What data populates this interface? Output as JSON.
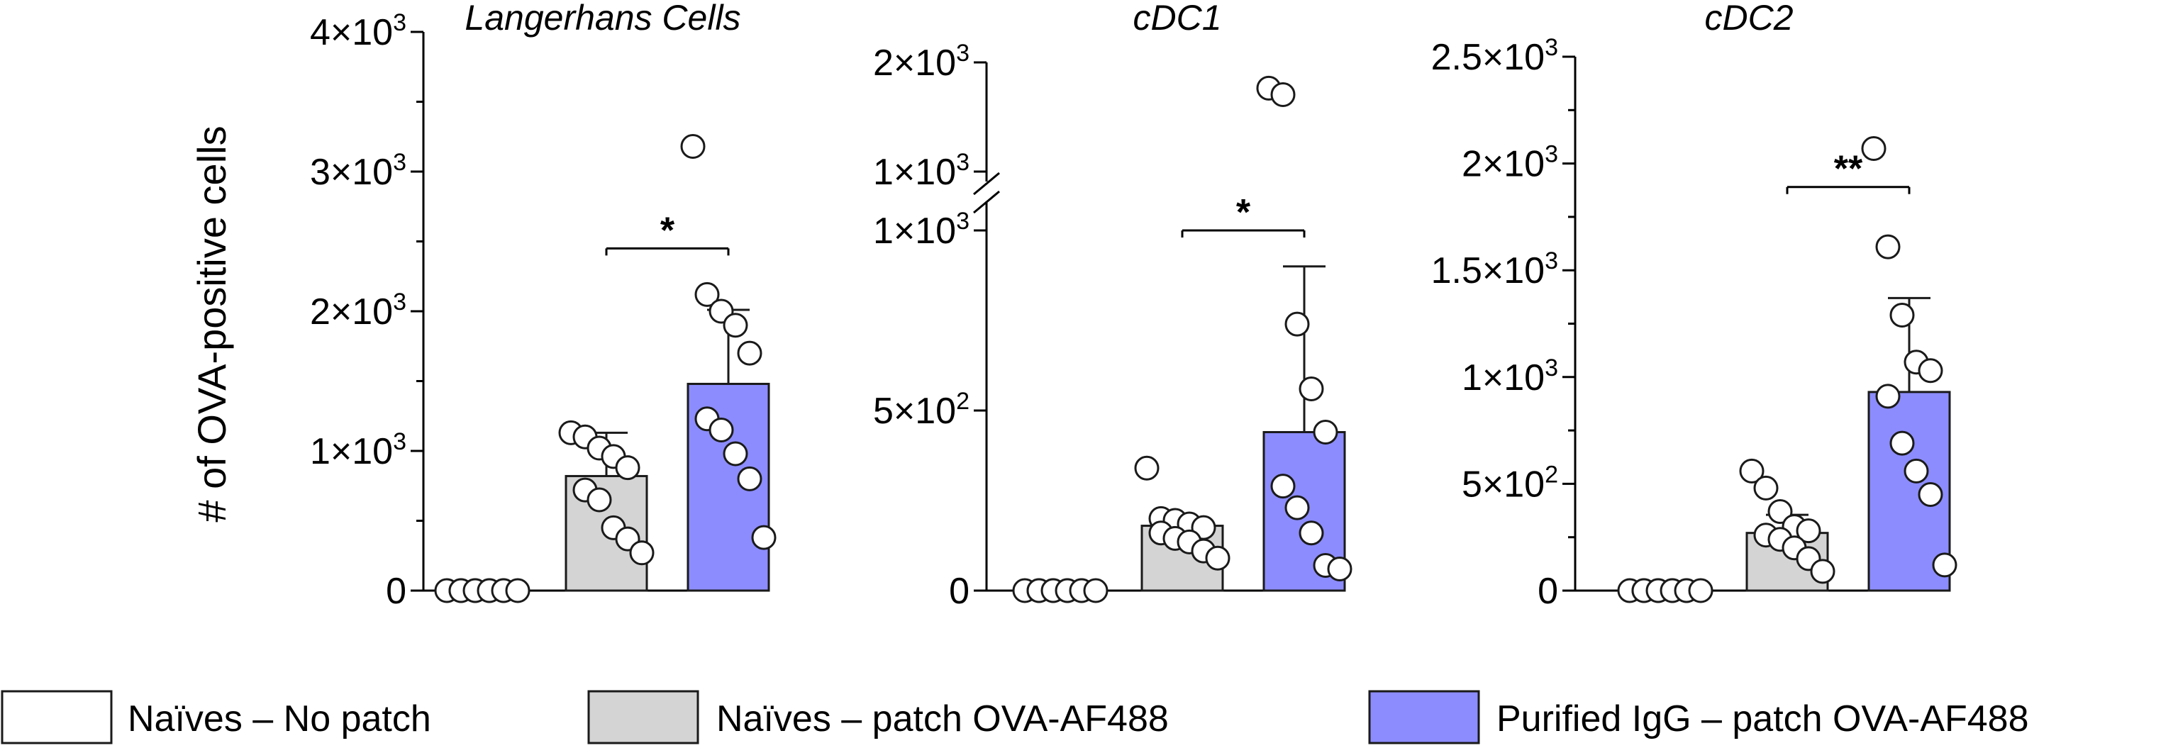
{
  "y_axis_title": "# of OVA-positive cells",
  "colors": {
    "naive_no_patch": "#ffffff",
    "naive_patch": "#d4d4d4",
    "purified_igg": "#8c8cff",
    "point_fill": "#ffffff",
    "stroke": "#1a1a1a"
  },
  "legend": [
    {
      "label": "Naïves – No patch",
      "color": "#ffffff"
    },
    {
      "label": "Naïves – patch OVA-AF488",
      "color": "#d4d4d4"
    },
    {
      "label": "Purified IgG – patch OVA-AF488",
      "color": "#8c8cff"
    }
  ],
  "chart_data": [
    {
      "type": "bar",
      "title": "Langerhans Cells",
      "ylabel": "# of OVA-positive cells",
      "ylim": [
        0,
        4000
      ],
      "yticks": [
        {
          "value": 0,
          "label": "0",
          "sup": ""
        },
        {
          "value": 1000,
          "label": "1×10",
          "sup": "3"
        },
        {
          "value": 2000,
          "label": "2×10",
          "sup": "3"
        },
        {
          "value": 3000,
          "label": "3×10",
          "sup": "3"
        },
        {
          "value": 4000,
          "label": "4×10",
          "sup": "3"
        }
      ],
      "categories": [
        "Naïves – No patch",
        "Naïves – patch OVA-AF488",
        "Purified IgG – patch OVA-AF488"
      ],
      "values": [
        0,
        820,
        1480
      ],
      "error_upper": [
        0,
        1130,
        2010
      ],
      "points": [
        [
          0,
          0,
          0,
          0,
          0,
          0,
          0,
          0,
          0,
          0
        ],
        [
          1130,
          1100,
          1020,
          960,
          880,
          720,
          650,
          450,
          370,
          270
        ],
        [
          3180,
          2120,
          2000,
          1900,
          1700,
          1230,
          1150,
          980,
          800,
          380
        ]
      ],
      "significance": [
        {
          "between": [
            1,
            2
          ],
          "label": "*",
          "y": 2450
        }
      ]
    },
    {
      "type": "bar",
      "title": "cDC1",
      "ylabel": "",
      "axis_break": true,
      "ylim": [
        0,
        2000
      ],
      "yticks": [
        {
          "value": 0,
          "label": "0",
          "sup": ""
        },
        {
          "value": 500,
          "label": "5×10",
          "sup": "2"
        },
        {
          "value": 1000,
          "label": "1×10",
          "sup": "3"
        },
        {
          "value": 1000,
          "label": "1×10",
          "sup": "3"
        },
        {
          "value": 2000,
          "label": "2×10",
          "sup": "3"
        }
      ],
      "categories": [
        "Naïves – No patch",
        "Naïves – patch OVA-AF488",
        "Purified IgG – patch OVA-AF488"
      ],
      "values": [
        0,
        180,
        440
      ],
      "error_upper": [
        0,
        200,
        900
      ],
      "points": [
        [
          0,
          0,
          0,
          0,
          0,
          0,
          0,
          0,
          0,
          0
        ],
        [
          340,
          200,
          195,
          185,
          175,
          160,
          145,
          135,
          110,
          90
        ],
        [
          1800,
          1750,
          740,
          560,
          440,
          290,
          230,
          160,
          70,
          60
        ]
      ],
      "significance": [
        {
          "between": [
            1,
            2
          ],
          "label": "*",
          "y": 1000
        }
      ]
    },
    {
      "type": "bar",
      "title": "cDC2",
      "ylabel": "",
      "ylim": [
        0,
        2500
      ],
      "yticks": [
        {
          "value": 0,
          "label": "0",
          "sup": ""
        },
        {
          "value": 500,
          "label": "5×10",
          "sup": "2"
        },
        {
          "value": 1000,
          "label": "1×10",
          "sup": "3"
        },
        {
          "value": 1500,
          "label": "1.5×10",
          "sup": "3"
        },
        {
          "value": 2000,
          "label": "2×10",
          "sup": "3"
        },
        {
          "value": 2500,
          "label": "2.5×10",
          "sup": "3"
        }
      ],
      "categories": [
        "Naïves – No patch",
        "Naïves – patch OVA-AF488",
        "Purified IgG – patch OVA-AF488"
      ],
      "values": [
        0,
        270,
        930
      ],
      "error_upper": [
        0,
        355,
        1370
      ],
      "points": [
        [
          0,
          0,
          0,
          0,
          0,
          0,
          0,
          0,
          0,
          0
        ],
        [
          560,
          480,
          370,
          300,
          280,
          260,
          240,
          200,
          150,
          90
        ],
        [
          2070,
          1610,
          1290,
          1070,
          1030,
          910,
          690,
          560,
          450,
          120
        ]
      ],
      "significance": [
        {
          "between": [
            1,
            2
          ],
          "label": "**",
          "y": 1890
        }
      ]
    }
  ]
}
